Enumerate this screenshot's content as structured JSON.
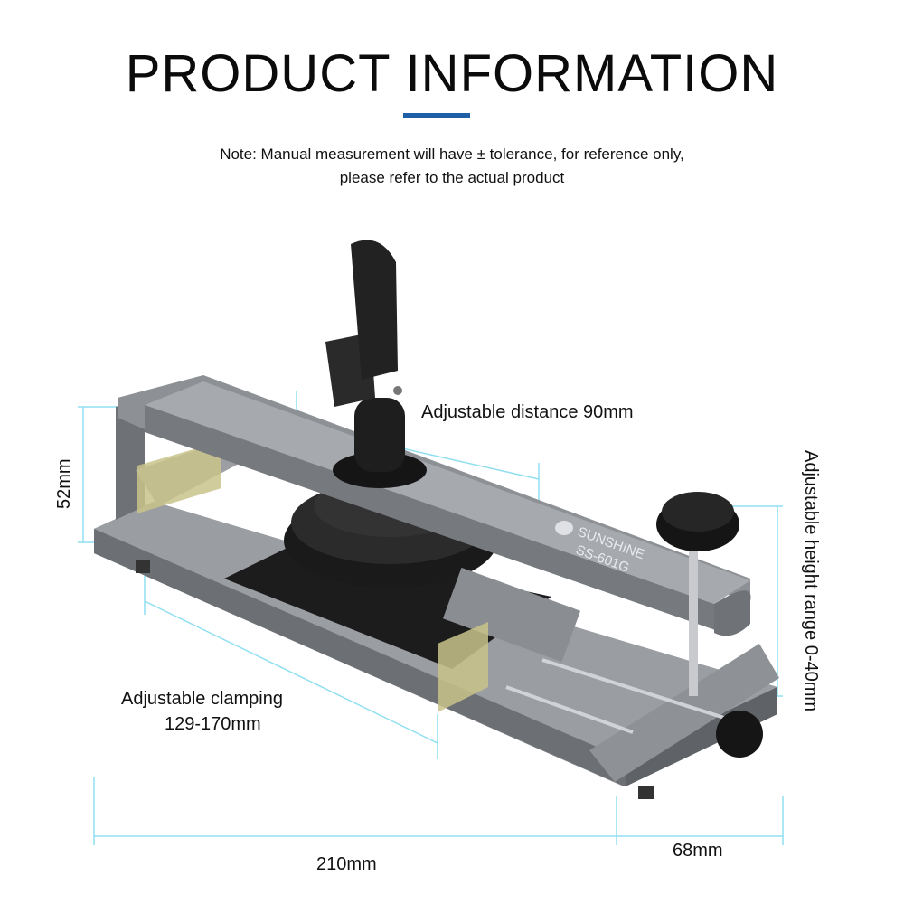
{
  "header": {
    "title": "PRODUCT INFORMATION",
    "accent_color": "#1f5fa8"
  },
  "note": {
    "line1": "Note: Manual measurement will have ± tolerance, for reference only,",
    "line2": "please refer to the actual product"
  },
  "product": {
    "brand": "SUNSHINE",
    "model": "SS-601G",
    "body_color": "#8a8d92",
    "dim_line_color": "#8fdff0"
  },
  "dimensions": {
    "distance": "Adjustable distance 90mm",
    "height_range": "Adjustable height range 0-40mm",
    "clamping_line1": "Adjustable clamping",
    "clamping_line2": "129-170mm",
    "height": "52mm",
    "length": "210mm",
    "width": "68mm"
  }
}
